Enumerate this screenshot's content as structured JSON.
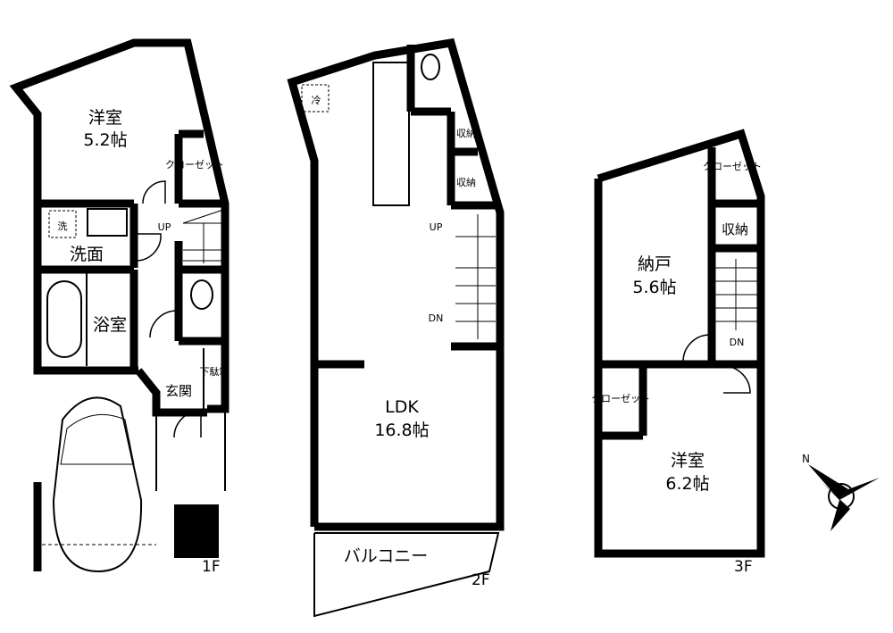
{
  "floors": [
    {
      "label": "1F",
      "rooms": {
        "western_room": {
          "name": "洋室",
          "size": "5.2帖"
        },
        "closet": "クローゼット",
        "washer": "洗",
        "washroom": "洗面",
        "bathroom": "浴室",
        "stairs": "UP",
        "entrance": "玄関",
        "shoe_box": "下駄箱"
      }
    },
    {
      "label": "2F",
      "rooms": {
        "fridge": "冷",
        "storage_1": "収納",
        "storage_2": "収納",
        "stairs_up": "UP",
        "stairs_down": "DN",
        "ldk": {
          "name": "LDK",
          "size": "16.8帖"
        },
        "balcony": "バルコニー"
      }
    },
    {
      "label": "3F",
      "rooms": {
        "closet_top": "クローゼット",
        "storage": "収納",
        "storeroom": {
          "name": "納戸",
          "size": "5.6帖"
        },
        "stairs_down": "DN",
        "closet": "クローゼット",
        "western_room": {
          "name": "洋室",
          "size": "6.2帖"
        }
      }
    }
  ],
  "compass": {
    "north_label": "N"
  }
}
